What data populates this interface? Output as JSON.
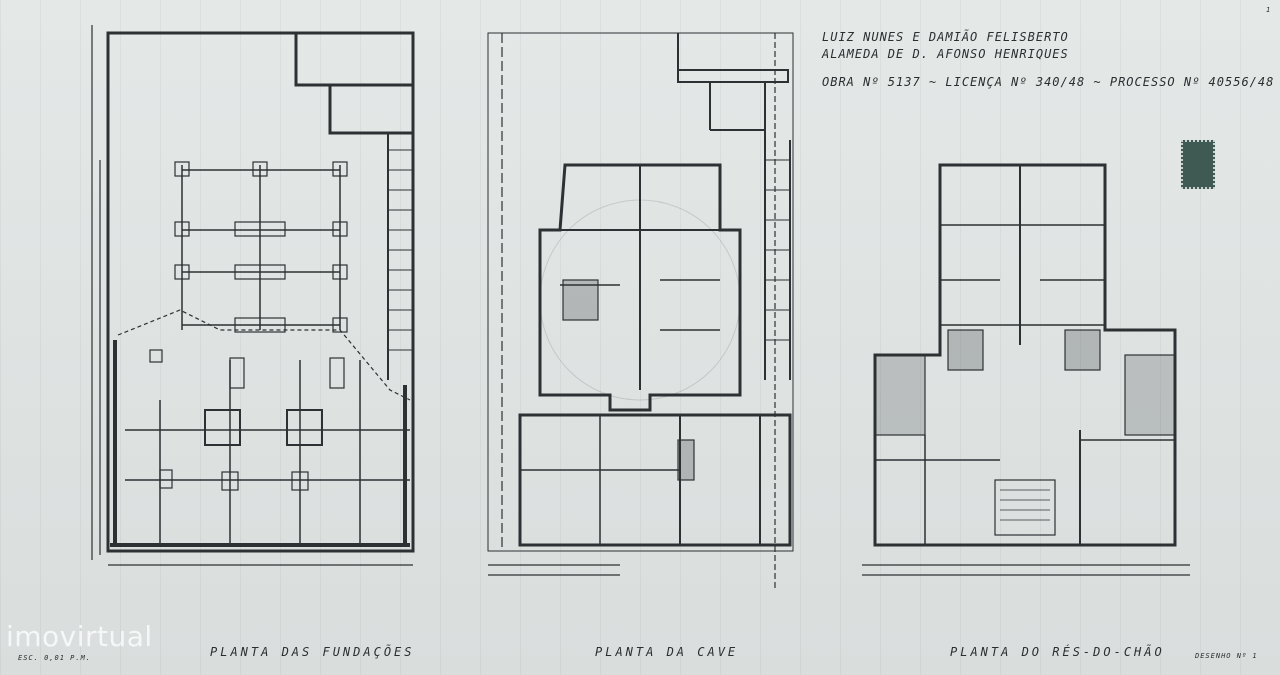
{
  "header": {
    "line1": "LUIZ NUNES E DAMIÃO FELISBERTO",
    "line2": "ALAMEDA DE D. AFONSO HENRIQUES",
    "line3": "OBRA Nº 5137 ~ LICENÇA Nº 340/48 ~ PROCESSO Nº 40556/48"
  },
  "plans": [
    {
      "title": "PLANTA DAS FUNDAÇÕES"
    },
    {
      "title": "PLANTA DA CAVE"
    },
    {
      "title": "PLANTA DO RÉS-DO-CHÃO"
    }
  ],
  "sheet": {
    "scale_note": "ESC. 0,01 P.M.",
    "drawing_number": "DESENHO Nº 1",
    "page_number": "1"
  },
  "watermark": "imovirtual",
  "colors": {
    "paper": "#dfe4e3",
    "ink": "#2d3133",
    "stamp": "#3e5a52"
  }
}
